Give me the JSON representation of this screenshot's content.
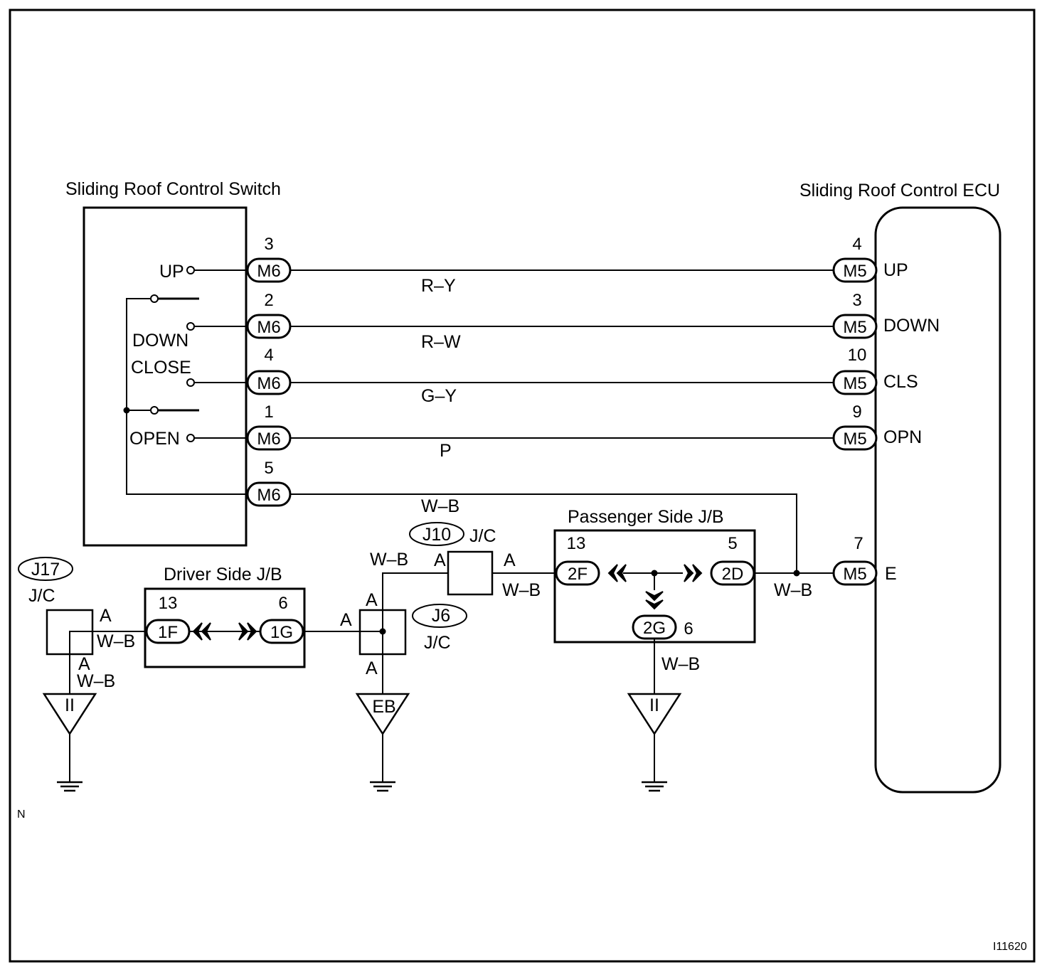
{
  "components": {
    "switch_title": "Sliding Roof Control Switch",
    "ecu_title": "Sliding Roof Control ECU",
    "driver_jb_title": "Driver Side J/B",
    "passenger_jb_title": "Passenger Side J/B"
  },
  "switch_terminals": {
    "up": "UP",
    "down": "DOWN",
    "close": "CLOSE",
    "open": "OPEN"
  },
  "ecu_terminals": {
    "up": "UP",
    "down": "DOWN",
    "cls": "CLS",
    "opn": "OPN",
    "e": "E"
  },
  "switch_connector": "M6",
  "ecu_connector": "M5",
  "switch_pins": [
    "3",
    "2",
    "4",
    "1",
    "5"
  ],
  "ecu_pins": [
    "4",
    "3",
    "10",
    "9",
    "7"
  ],
  "wire_colors": {
    "up": "R–Y",
    "down": "R–W",
    "close": "G–Y",
    "open": "P",
    "ground": "W–B"
  },
  "driver_jb": {
    "left_connector": "1F",
    "right_connector": "1G",
    "left_pin": "13",
    "right_pin": "6"
  },
  "passenger_jb": {
    "left_connector": "2F",
    "right_connector": "2D",
    "bottom_connector": "2G",
    "left_pin": "13",
    "right_pin": "5",
    "bottom_pin": "6"
  },
  "junctions": {
    "j17": "J17",
    "j10": "J10",
    "j6": "J6",
    "jc": "J/C",
    "terminal_a": "A"
  },
  "grounds": {
    "left": "II",
    "middle": "EB",
    "right": "II"
  },
  "corner_label": "N",
  "figure_code": "I11620"
}
